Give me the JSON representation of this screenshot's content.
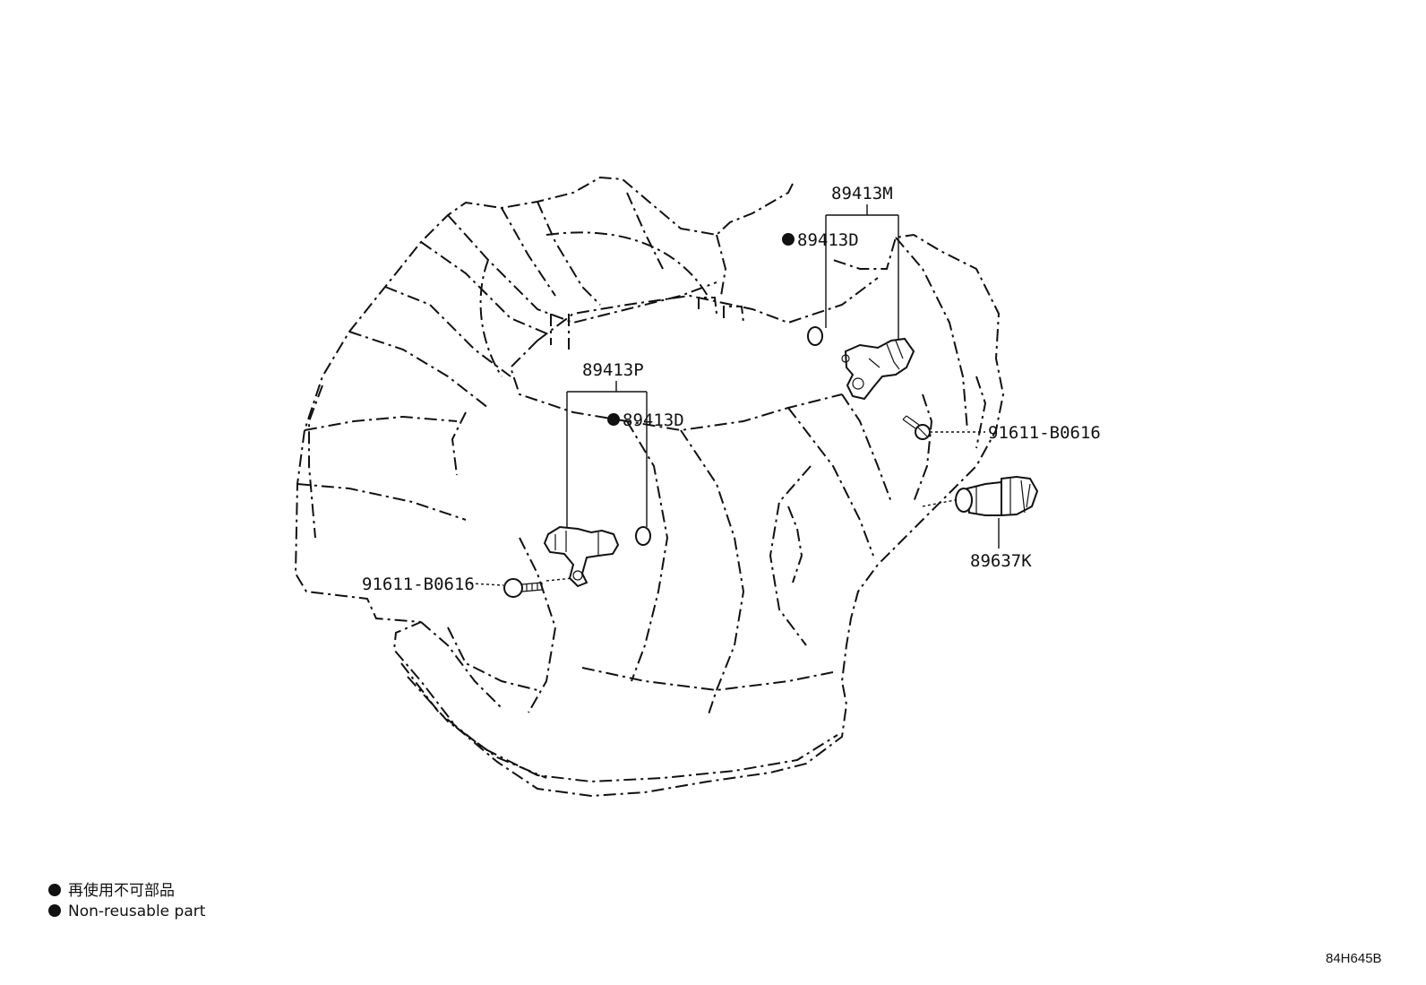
{
  "labels": {
    "m_part": "89413M",
    "d_part_upper": "89413D",
    "p_part": "89413P",
    "d_part_lower": "89413D",
    "bolt_right": "91611-B0616",
    "bolt_left": "91611-B0616",
    "k_part": "89637K"
  },
  "legend": {
    "line_jp": "再使用不可部品",
    "line_en": "Non-reusable part"
  },
  "figure_code": "84H645B"
}
